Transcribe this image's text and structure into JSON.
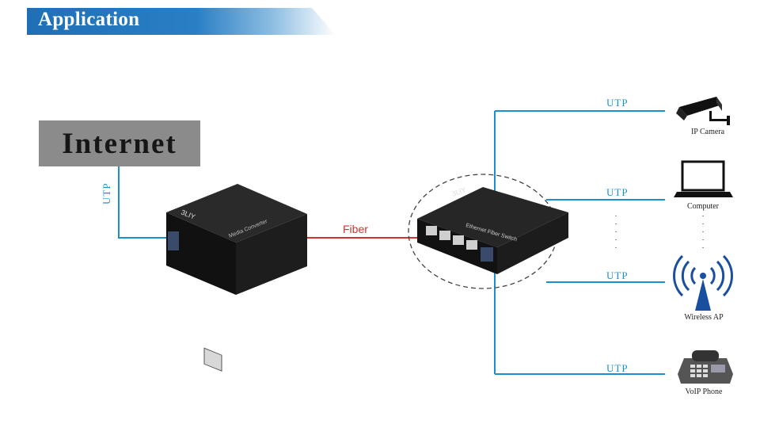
{
  "banner": {
    "title": "Application"
  },
  "internet": {
    "label": "Internet"
  },
  "links": {
    "utp_vertical": "UTP",
    "fiber": "Fiber",
    "utp_1": "UTP",
    "utp_2": "UTP",
    "utp_3": "UTP",
    "utp_4": "UTP"
  },
  "converter": {
    "text": "Media Converter"
  },
  "switch": {
    "text": "Ethernet Fiber Switch"
  },
  "devices": [
    {
      "label": "IP Camera",
      "icon": "ip-camera-icon"
    },
    {
      "label": "Computer",
      "icon": "laptop-icon"
    },
    {
      "label": "Wireless AP",
      "icon": "wireless-ap-icon"
    },
    {
      "label": "VoIP Phone",
      "icon": "voip-phone-icon"
    }
  ],
  "colors": {
    "utp": "#1a8fd0",
    "fiber": "#d4312f",
    "banner": "#1f6fb6"
  }
}
